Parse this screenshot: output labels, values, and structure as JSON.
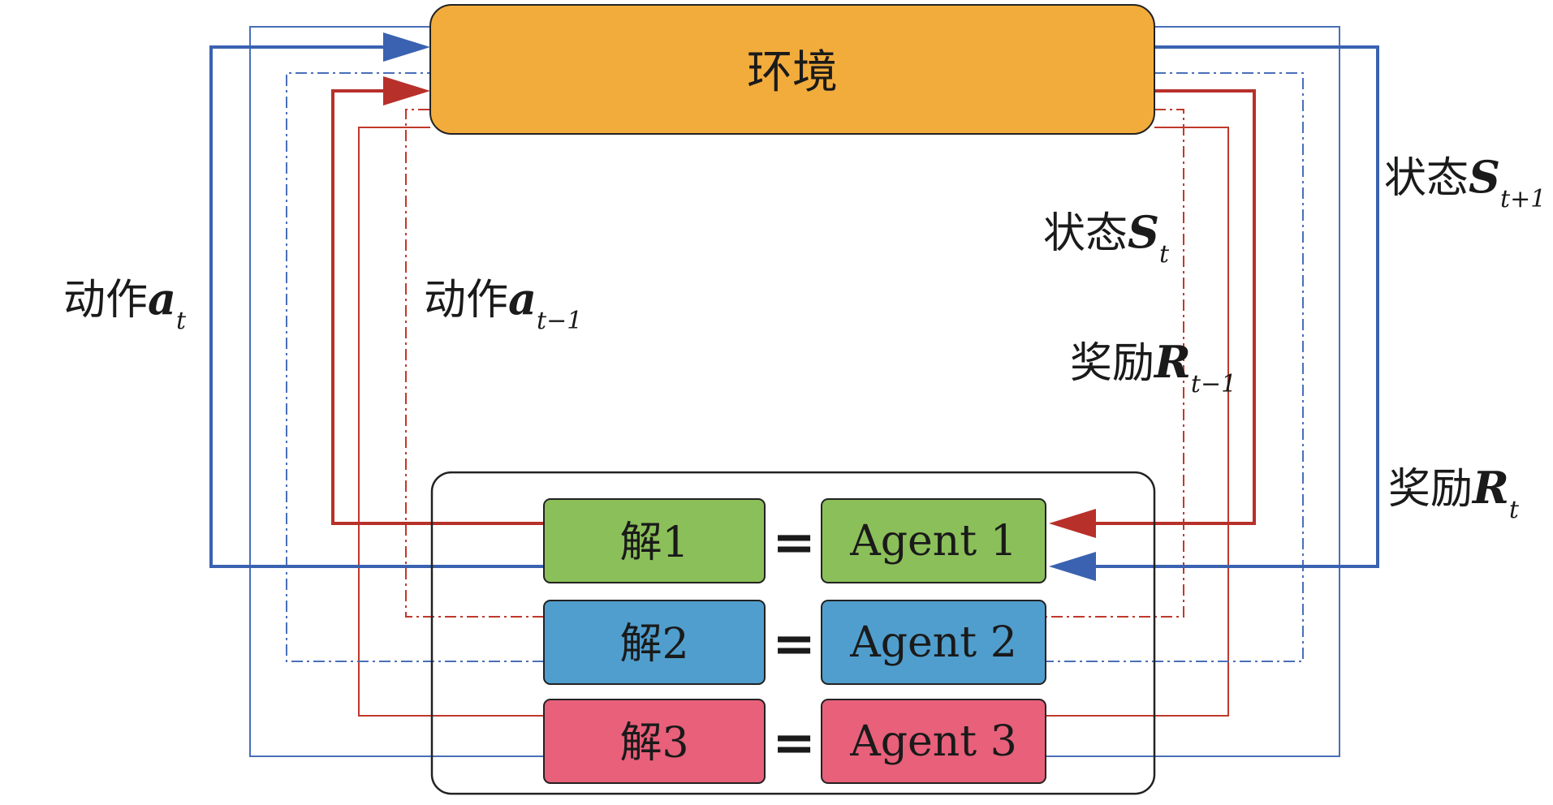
{
  "environment": {
    "label": "环境",
    "color": "#F2AC3C"
  },
  "agents": [
    {
      "solution": "解1",
      "agent": "Agent 1",
      "color": "#8BBF5A"
    },
    {
      "solution": "解2",
      "agent": "Agent 2",
      "color": "#509ECD"
    },
    {
      "solution": "解3",
      "agent": "Agent 3",
      "color": "#E8607A"
    }
  ],
  "equals": "=",
  "labels": {
    "action_t": {
      "text": "动作",
      "symbol": "a",
      "sub": "t"
    },
    "action_t_minus_1": {
      "text": "动作",
      "symbol": "a",
      "sub": "t−1"
    },
    "state_t": {
      "text": "状态",
      "symbol": "S",
      "sub": "t"
    },
    "state_t_plus_1": {
      "text": "状态",
      "symbol": "S",
      "sub": "t+1"
    },
    "reward_t_minus_1": {
      "text": "奖励",
      "symbol": "R",
      "sub": "t−1"
    },
    "reward_t": {
      "text": "奖励",
      "symbol": "R",
      "sub": "t"
    }
  },
  "colors": {
    "blue_line": "#3A62B0",
    "red_line": "#B8302A",
    "outline": "#222222"
  }
}
